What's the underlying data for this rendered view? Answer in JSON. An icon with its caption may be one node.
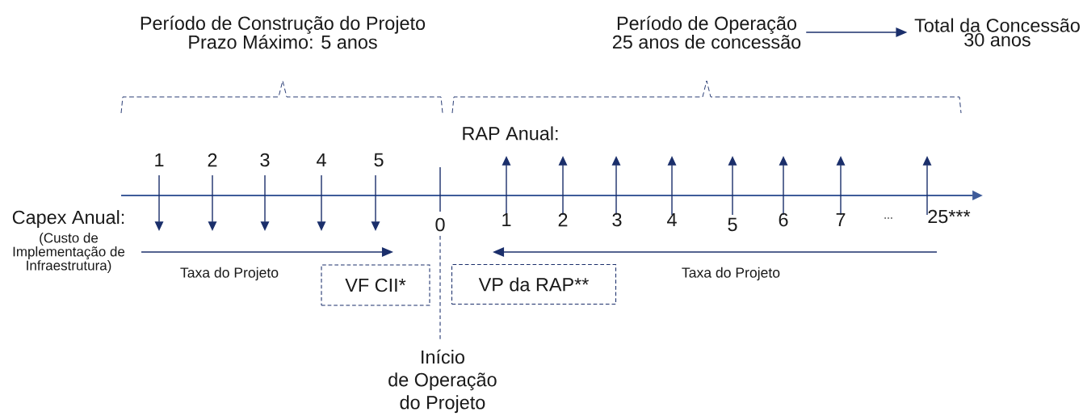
{
  "diagram": {
    "nodes": [
      {
        "text": [
          "Período de Operação 25 anos de concessão"
        ]
      },
      {
        "text": [
          "Total da Concessão 30 anos"
        ]
      },
      {
        "text": [
          "VF CII*"
        ]
      },
      {
        "text": [
          "VP da RAP**"
        ]
      }
    ],
    "edges": [
      {
        "from": 0,
        "to": 1,
        "arrow": "to"
      }
    ],
    "labels": [
      "Período de Construção do Projeto Prazo Máximo: 5 anos",
      "RAP Anual:",
      "1",
      "2",
      "3",
      "4",
      "5",
      "Capex Anual:",
      "0",
      "1",
      "2",
      "3",
      "4",
      "5",
      "6",
      "7",
      "...",
      "25***",
      "(Custo de Implementação de Infraestrutura)",
      "Taxa do Projeto",
      "Taxa do Projeto",
      "Início de Operação do Projeto"
    ]
  }
}
